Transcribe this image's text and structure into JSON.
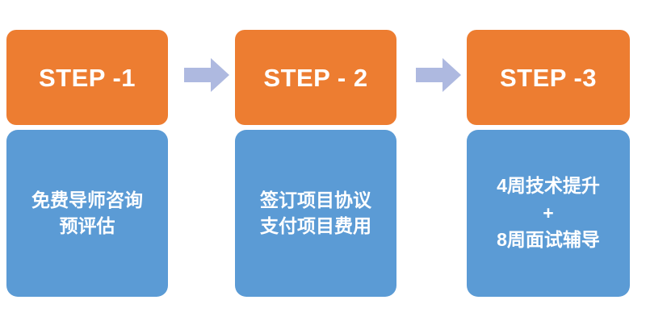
{
  "diagram": {
    "type": "three-step-process",
    "colors": {
      "header_bg": "#ED7D31",
      "body_bg": "#5B9BD5",
      "arrow_fill": "#AEB9E0",
      "text": "#FFFFFF",
      "page_bg": "#FFFFFF"
    },
    "steps": [
      {
        "header_label": "STEP -1",
        "body_lines": [
          "免费导师咨询",
          "预评估"
        ]
      },
      {
        "header_label": "STEP - 2",
        "body_lines": [
          "签订项目协议",
          "支付项目费用"
        ]
      },
      {
        "header_label": "STEP -3",
        "body_lines": [
          "4周技术提升",
          "+",
          "8周面试辅导"
        ]
      }
    ],
    "connectors": [
      {
        "icon": "arrow-right-icon"
      },
      {
        "icon": "arrow-right-icon"
      }
    ]
  }
}
